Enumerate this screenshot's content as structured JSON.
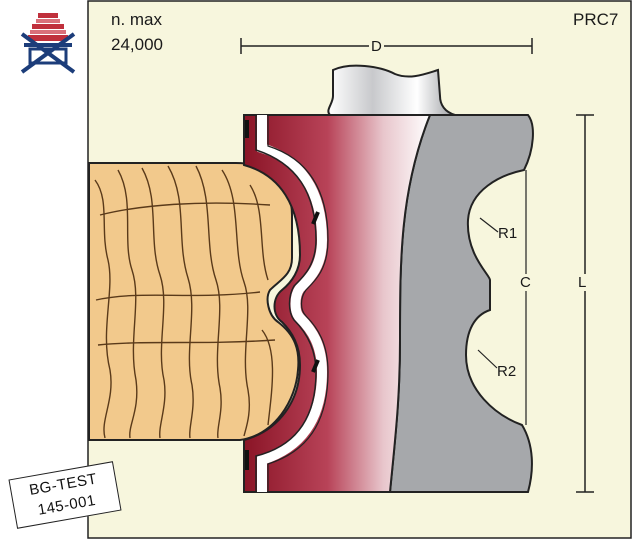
{
  "speed": {
    "label": "n. max",
    "value": "24,000"
  },
  "model": {
    "code": "PRC7"
  },
  "dimensions": {
    "d": "D",
    "l": "L",
    "c": "C",
    "r1": "R1",
    "r2": "R2"
  },
  "stamp": {
    "line1": "BG-TEST",
    "line2": "145-001"
  },
  "icons": {
    "top_left": "no-hand-feed-icon"
  },
  "colors": {
    "background": "#f7f6dd",
    "cutter_red": "#9a1a2e",
    "steel_gray": "#a6a8ab",
    "wood": "#f2c98c",
    "icon_blue": "#1c3d7a",
    "icon_red": "#c0303c"
  }
}
